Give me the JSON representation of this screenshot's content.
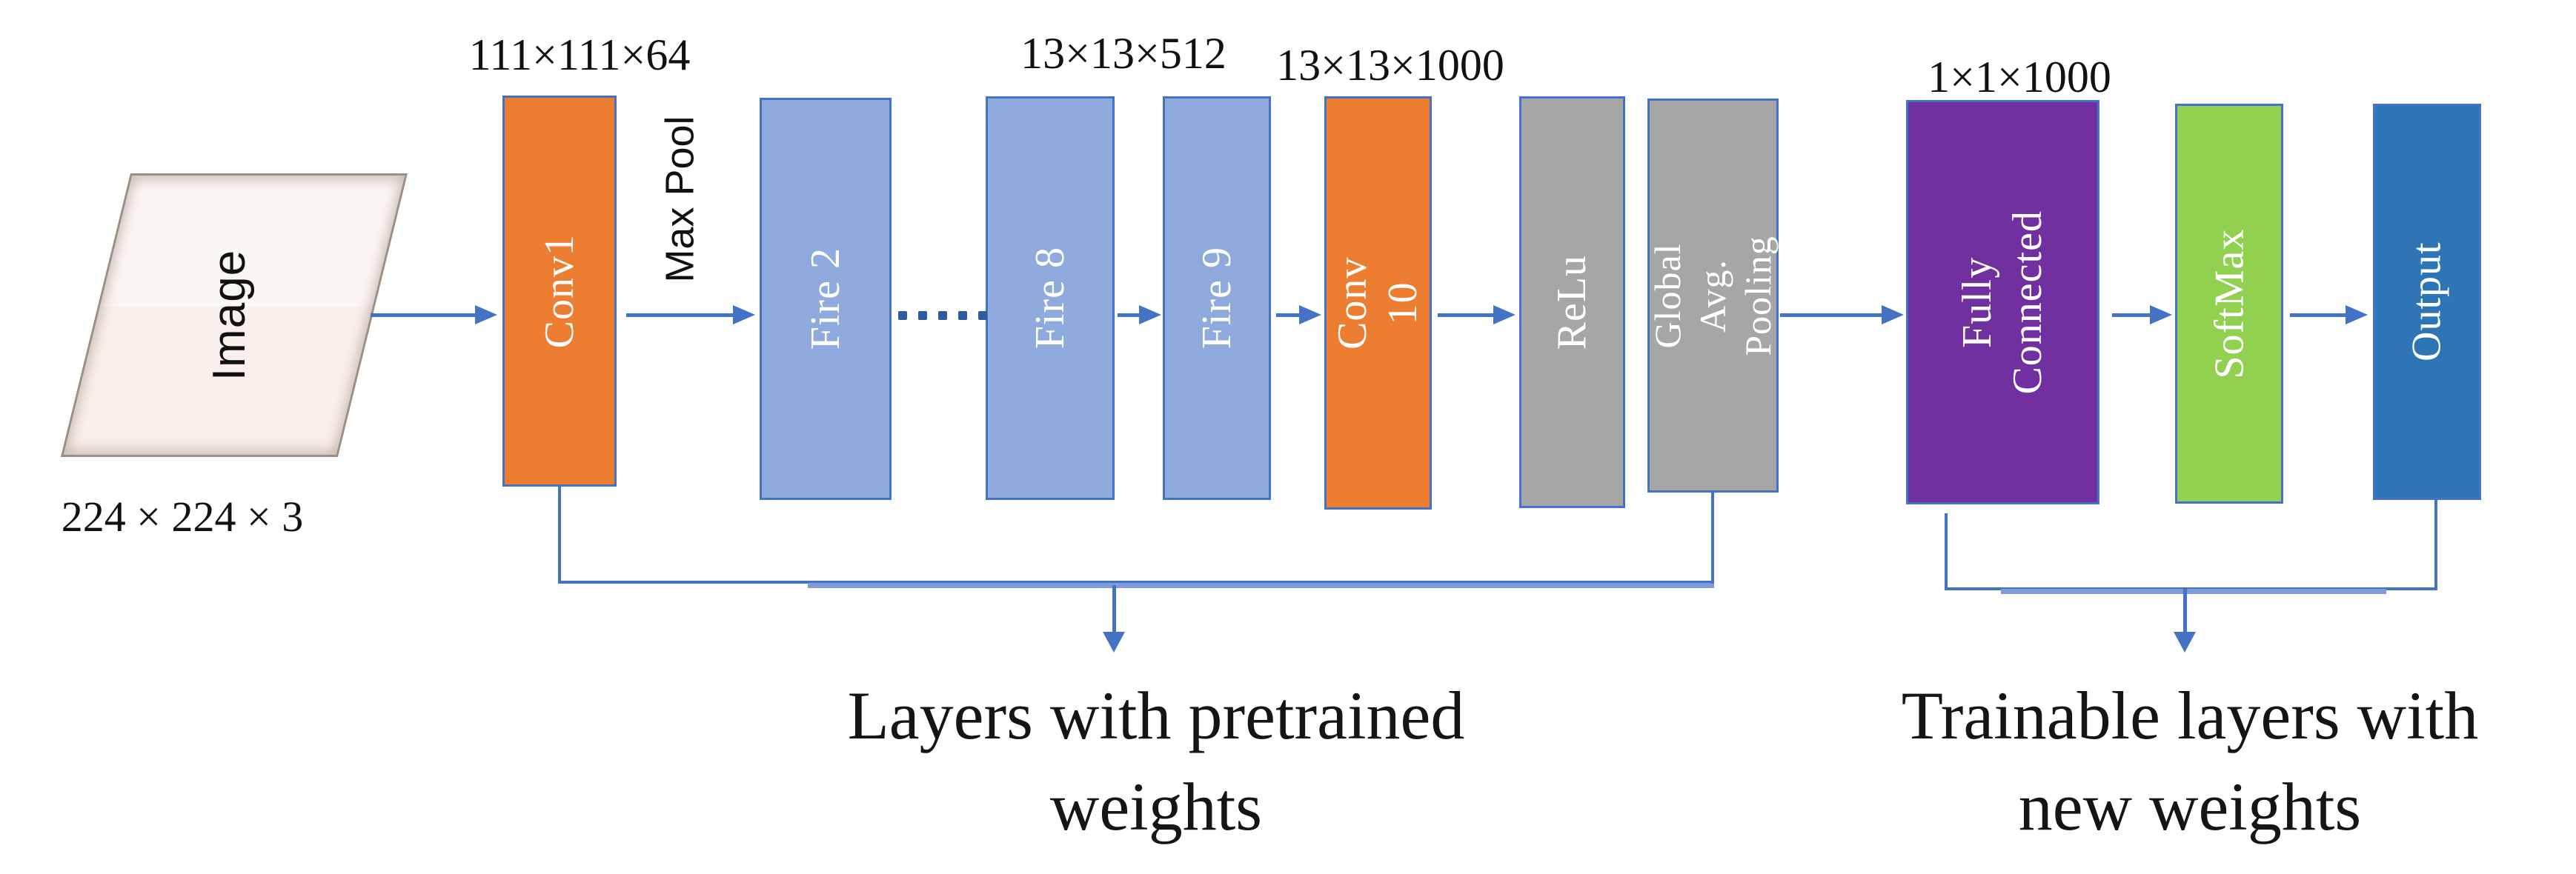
{
  "input": {
    "label": "Image",
    "dims_label": "224 × 224 × 3"
  },
  "pool_label": "Max Pool",
  "dim_labels": {
    "conv1": "111×111×64",
    "fire9": "13×13×512",
    "conv10": "13×13×1000",
    "fully_connected": "1×1×1000"
  },
  "blocks": [
    {
      "id": "conv1",
      "label": "Conv1",
      "color": "#ED7D31"
    },
    {
      "id": "fire2",
      "label": "Fire 2",
      "color": "#8FAADC"
    },
    {
      "id": "fire8",
      "label": "Fire 8",
      "color": "#8FAADC"
    },
    {
      "id": "fire9",
      "label": "Fire 9",
      "color": "#8FAADC"
    },
    {
      "id": "conv10",
      "label": "Conv 10",
      "color": "#ED7D31"
    },
    {
      "id": "relu",
      "label": "ReLu",
      "color": "#A6A6A6"
    },
    {
      "id": "global-avg-pooling",
      "label": "Global Avg.\nPooling",
      "color": "#A6A6A6"
    },
    {
      "id": "fully-connected",
      "label": "Fully\nConnected",
      "color": "#7030A0"
    },
    {
      "id": "softmax",
      "label": "SoftMax",
      "color": "#92D050"
    },
    {
      "id": "output",
      "label": "Output",
      "color": "#2E75B6"
    }
  ],
  "captions": {
    "pretrained": "Layers with pretrained\nweights",
    "trainable": "Trainable layers with\nnew weights"
  },
  "colors": {
    "connector": "#4472C4",
    "connector_light": "#7E9CD8",
    "ellipsis_dots": "#2F5B9F",
    "parallelogram_fill": "#FBF2EE",
    "parallelogram_border": "#9A8F85"
  }
}
